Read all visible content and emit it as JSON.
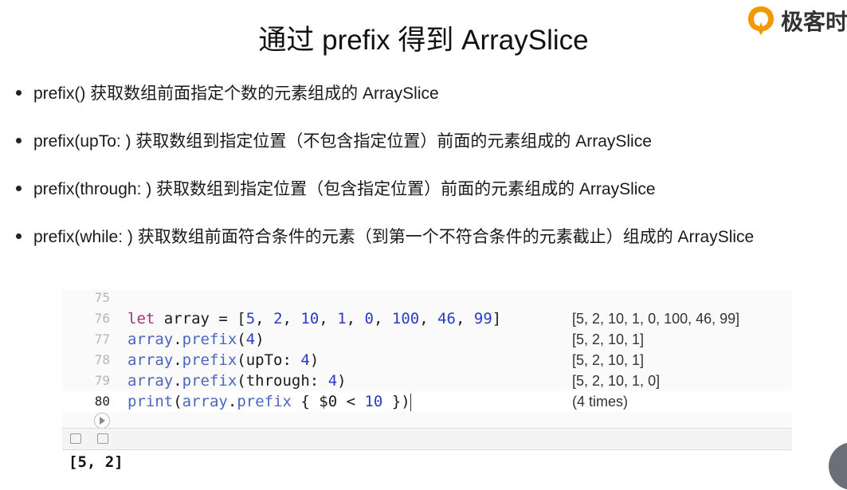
{
  "slide": {
    "title": "通过 prefix 得到 ArraySlice",
    "logo_text": "极客时",
    "brand_color": "#f39800",
    "bullets": [
      "prefix() 获取数组前面指定个数的元素组成的 ArraySlice",
      "prefix(upTo: ) 获取数组到指定位置（不包含指定位置）前面的元素组成的 ArraySlice",
      "prefix(through: ) 获取数组到指定位置（包含指定位置）前面的元素组成的 ArraySlice",
      "prefix(while: ) 获取数组前面符合条件的元素（到第一个不符合条件的元素截止）组成的 ArraySlice"
    ]
  },
  "editor": {
    "lines": [
      {
        "num": "75",
        "tokens": [],
        "result": ""
      },
      {
        "num": "76",
        "tokens": [
          {
            "t": "let",
            "c": "kw"
          },
          {
            "t": " array = [",
            "c": ""
          },
          {
            "t": "5",
            "c": "num"
          },
          {
            "t": ", ",
            "c": ""
          },
          {
            "t": "2",
            "c": "num"
          },
          {
            "t": ", ",
            "c": ""
          },
          {
            "t": "10",
            "c": "num"
          },
          {
            "t": ", ",
            "c": ""
          },
          {
            "t": "1",
            "c": "num"
          },
          {
            "t": ", ",
            "c": ""
          },
          {
            "t": "0",
            "c": "num"
          },
          {
            "t": ", ",
            "c": ""
          },
          {
            "t": "100",
            "c": "num"
          },
          {
            "t": ", ",
            "c": ""
          },
          {
            "t": "46",
            "c": "num"
          },
          {
            "t": ", ",
            "c": ""
          },
          {
            "t": "99",
            "c": "num"
          },
          {
            "t": "]",
            "c": ""
          }
        ],
        "result": "[5, 2, 10, 1, 0, 100, 46, 99]"
      },
      {
        "num": "77",
        "tokens": [
          {
            "t": "array",
            "c": "var"
          },
          {
            "t": ".",
            "c": ""
          },
          {
            "t": "prefix",
            "c": "fn"
          },
          {
            "t": "(",
            "c": ""
          },
          {
            "t": "4",
            "c": "num"
          },
          {
            "t": ")",
            "c": ""
          }
        ],
        "result": "[5, 2, 10, 1]"
      },
      {
        "num": "78",
        "tokens": [
          {
            "t": "array",
            "c": "var"
          },
          {
            "t": ".",
            "c": ""
          },
          {
            "t": "prefix",
            "c": "fn"
          },
          {
            "t": "(upTo: ",
            "c": ""
          },
          {
            "t": "4",
            "c": "num"
          },
          {
            "t": ")",
            "c": ""
          }
        ],
        "result": "[5, 2, 10, 1]"
      },
      {
        "num": "79",
        "tokens": [
          {
            "t": "array",
            "c": "var"
          },
          {
            "t": ".",
            "c": ""
          },
          {
            "t": "prefix",
            "c": "fn"
          },
          {
            "t": "(through: ",
            "c": ""
          },
          {
            "t": "4",
            "c": "num"
          },
          {
            "t": ")",
            "c": ""
          }
        ],
        "result": "[5, 2, 10, 1, 0]"
      },
      {
        "num": "80",
        "tokens": [
          {
            "t": "print",
            "c": "fn"
          },
          {
            "t": "(",
            "c": ""
          },
          {
            "t": "array",
            "c": "var"
          },
          {
            "t": ".",
            "c": ""
          },
          {
            "t": "prefix",
            "c": "fn"
          },
          {
            "t": " { $0 < ",
            "c": ""
          },
          {
            "t": "10",
            "c": "num"
          },
          {
            "t": " })",
            "c": ""
          }
        ],
        "result": "(4 times)",
        "current": true
      }
    ]
  },
  "console": {
    "output": "[5, 2]"
  }
}
